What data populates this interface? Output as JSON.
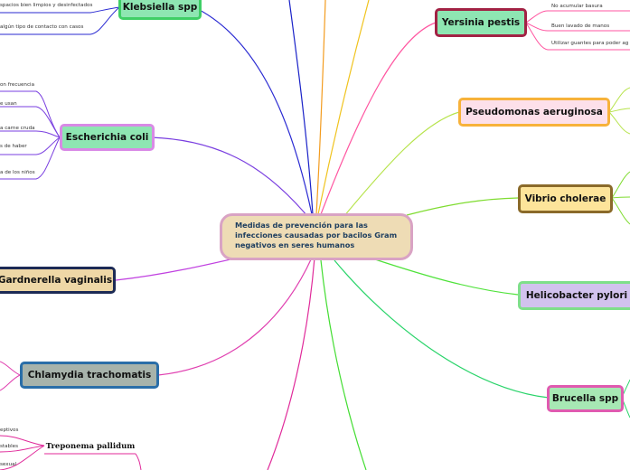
{
  "central": {
    "title": "Medidas de prevención para las infecciones causadas por bacilos Gram negativos en seres humanos"
  },
  "nodes": {
    "klebsiella": "Klebsiella spp",
    "escherichia": "Escherichia coli",
    "gardnerella": "Gardnerella vaginalis",
    "chlamydia": "Chlamydia trachomatis",
    "treponema": "Treponema pallidum",
    "yersinia": "Yersinia pestis",
    "pseudomonas": "Pseudomonas aeruginosa",
    "vibrio": "Vibrio cholerae",
    "helicobacter": "Helicobacter pylori",
    "brucella": "Brucella spp"
  },
  "leaves": {
    "klebsiella": [
      "spacios bien limpios y desinfectados",
      "algún tipo de contacto con casos"
    ],
    "escherichia": [
      "on frecuencia",
      "e usan",
      "a carne cruda",
      "s de haber",
      "a de los niños"
    ],
    "yersinia": [
      "No acumular basura",
      "Buen lavado de manos",
      "Utilizar guantes para poder ag"
    ],
    "treponema": [
      "eptivos",
      "stables",
      "sexual"
    ]
  },
  "colors": {
    "central_fill": "#eedcb5",
    "central_border": "#d9a3c4",
    "klebsiella": "#2a2ad2",
    "escherichia": "#7a3fe0",
    "gardnerella": "#c040e0",
    "chlamydia": "#e040b0",
    "treponema": "#e02a9a",
    "yersinia": "#ff55a0",
    "pseudomonas": "#b6e34a",
    "vibrio": "#7fdc30",
    "helicobacter": "#4fe23a",
    "brucella": "#2ad46a"
  }
}
